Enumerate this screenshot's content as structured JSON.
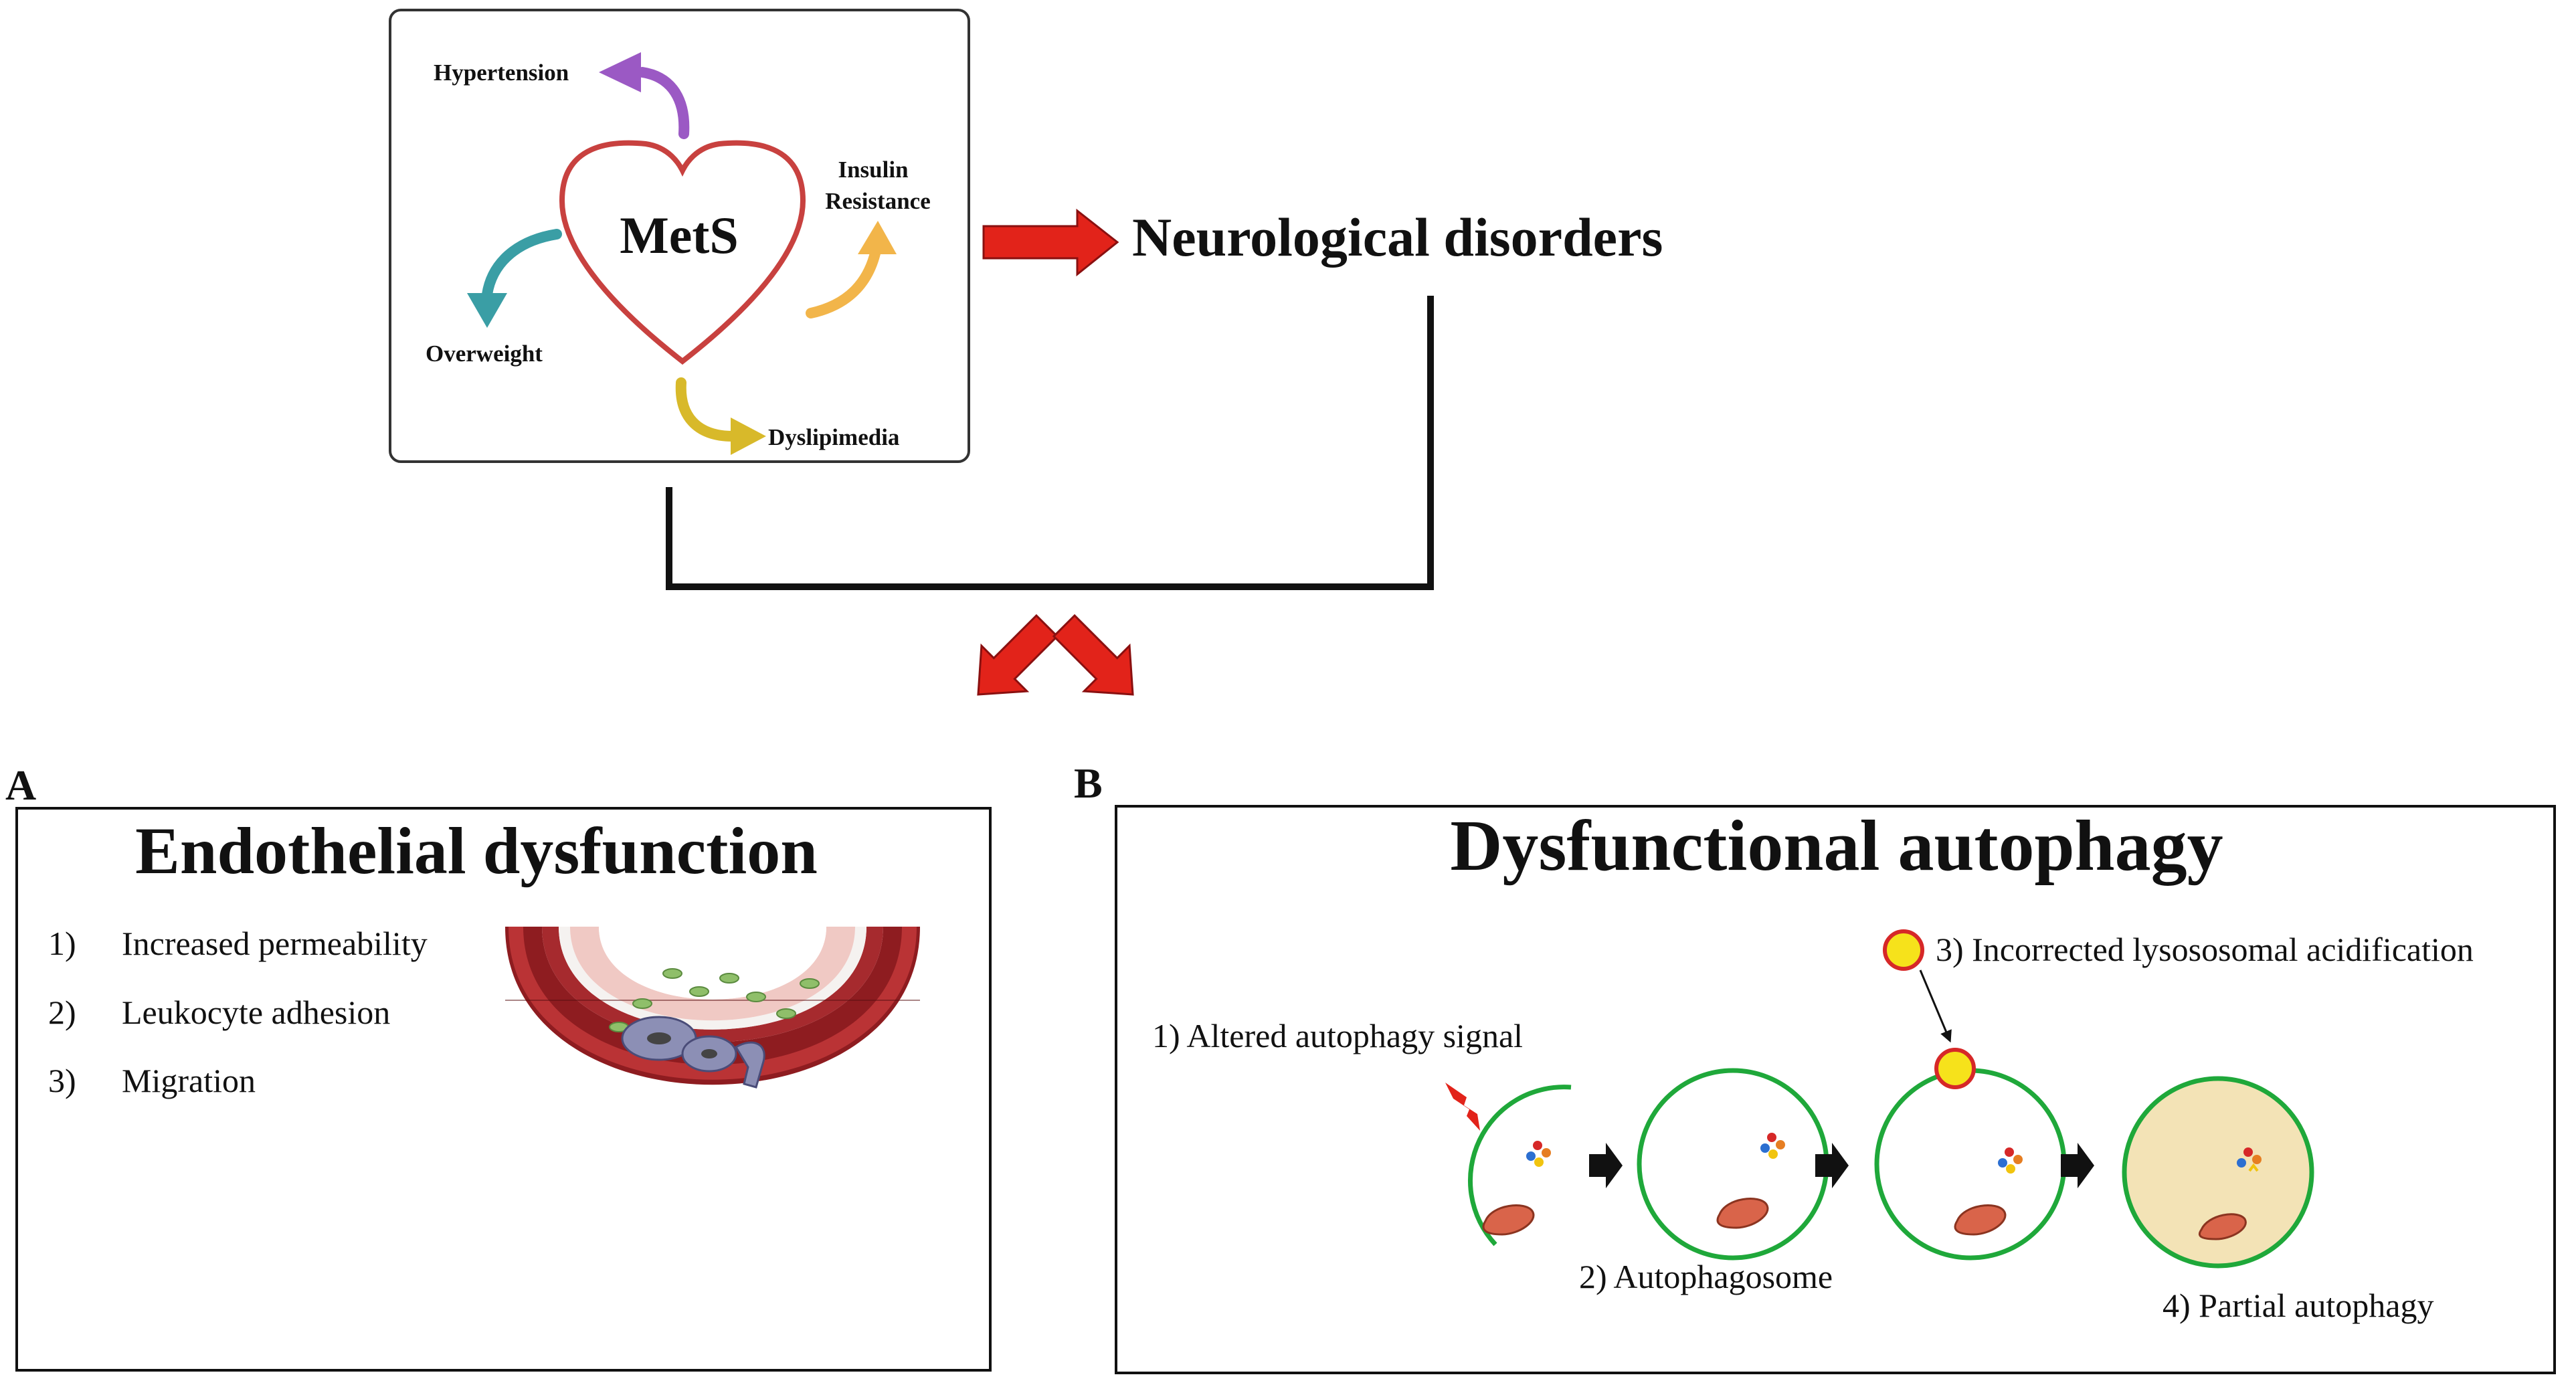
{
  "mets_box": {
    "center_label": "MetS",
    "factors": {
      "hypertension": "Hypertension",
      "insulin_line1": "Insulin",
      "insulin_line2": "Resistance",
      "overweight": "Overweight",
      "dyslipimedia": "Dyslipimedia"
    }
  },
  "neurological_label": "Neurological disorders",
  "panel_a": {
    "letter": "A",
    "title": "Endothelial dysfunction",
    "items": [
      {
        "num": "1)",
        "text": "Increased permeability"
      },
      {
        "num": "2)",
        "text": "Leukocyte adhesion"
      },
      {
        "num": "3)",
        "text": "Migration"
      }
    ]
  },
  "panel_b": {
    "letter": "B",
    "title": "Dysfunctional autophagy",
    "labels": {
      "step1": "1) Altered autophagy signal",
      "step2": "2) Autophagosome",
      "step3": "3) Incorrected lysososomal acidification",
      "step4": "4) Partial autophagy"
    }
  },
  "colors": {
    "heart": "#c8413f",
    "hypertension_arrow": "#9b59c4",
    "insulin_arrow": "#f2b54a",
    "overweight_arrow": "#3a9ea5",
    "dyslipimedia_arrow": "#d8b92a",
    "red_arrow": "#e2231a",
    "vesicle_green": "#1fa83a",
    "lysosome_fill": "#f6e21b",
    "lysosome_ring": "#d62828",
    "cytoplasm": "#f3e3b6",
    "mitochondrion": "#d9644a"
  }
}
